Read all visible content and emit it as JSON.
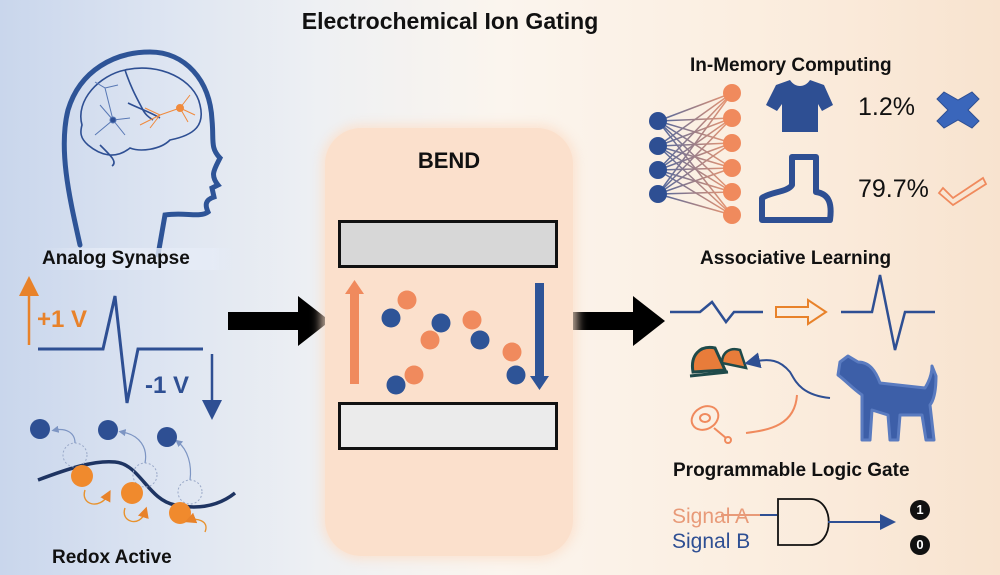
{
  "title": "Electrochemical Ion Gating",
  "left_panel": {
    "analog_synapse_label": "Analog Synapse",
    "redox_active_label": "Redox Active",
    "voltage_positive": "+1 V",
    "voltage_negative": "-1 V"
  },
  "center_panel": {
    "bend_label": "BEND"
  },
  "right_panel": {
    "in_memory_computing": {
      "label": "In-Memory Computing",
      "results": [
        {
          "item": "t-shirt-icon",
          "value": "1.2%",
          "mark": "cross-icon"
        },
        {
          "item": "boot-icon",
          "value": "79.7%",
          "mark": "check-icon"
        }
      ]
    },
    "associative_learning": {
      "label": "Associative Learning"
    },
    "logic_gate": {
      "label": "Programmable Logic Gate",
      "signal_a": "Signal A",
      "signal_b": "Signal B",
      "outputs": [
        "1",
        "0"
      ]
    }
  },
  "colors": {
    "blue": "#2e4f93",
    "orange": "#f08a5d",
    "dark_orange": "#e8822a",
    "black": "#111111"
  }
}
